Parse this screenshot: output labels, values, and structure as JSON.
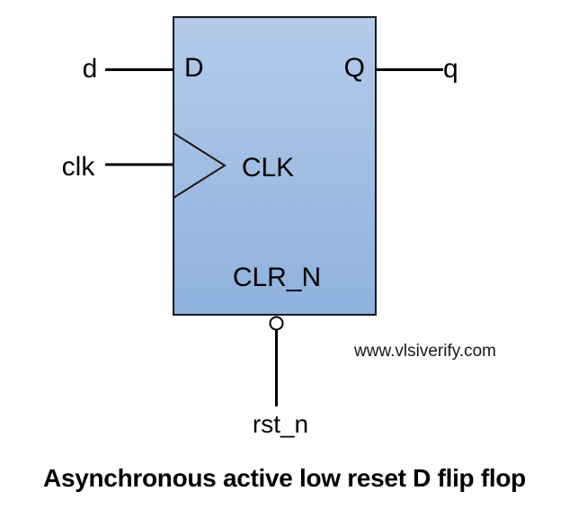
{
  "diagram": {
    "caption": "Asynchronous active low reset D flip flop",
    "watermark": "www.vlsiverify.com",
    "flip_flop": {
      "ports": {
        "data_in": "D",
        "data_out": "Q",
        "clock": "CLK",
        "clear": "CLR_N"
      },
      "signals": {
        "data_in": "d",
        "data_out": "q",
        "clock": "clk",
        "reset": "rst_n"
      }
    },
    "colors": {
      "box_fill_top": "#b4cbe9",
      "box_fill_bottom": "#8fb1dd",
      "box_border": "#141a20",
      "wire": "#000000",
      "text": "#000000",
      "watermark": "#161616"
    }
  }
}
